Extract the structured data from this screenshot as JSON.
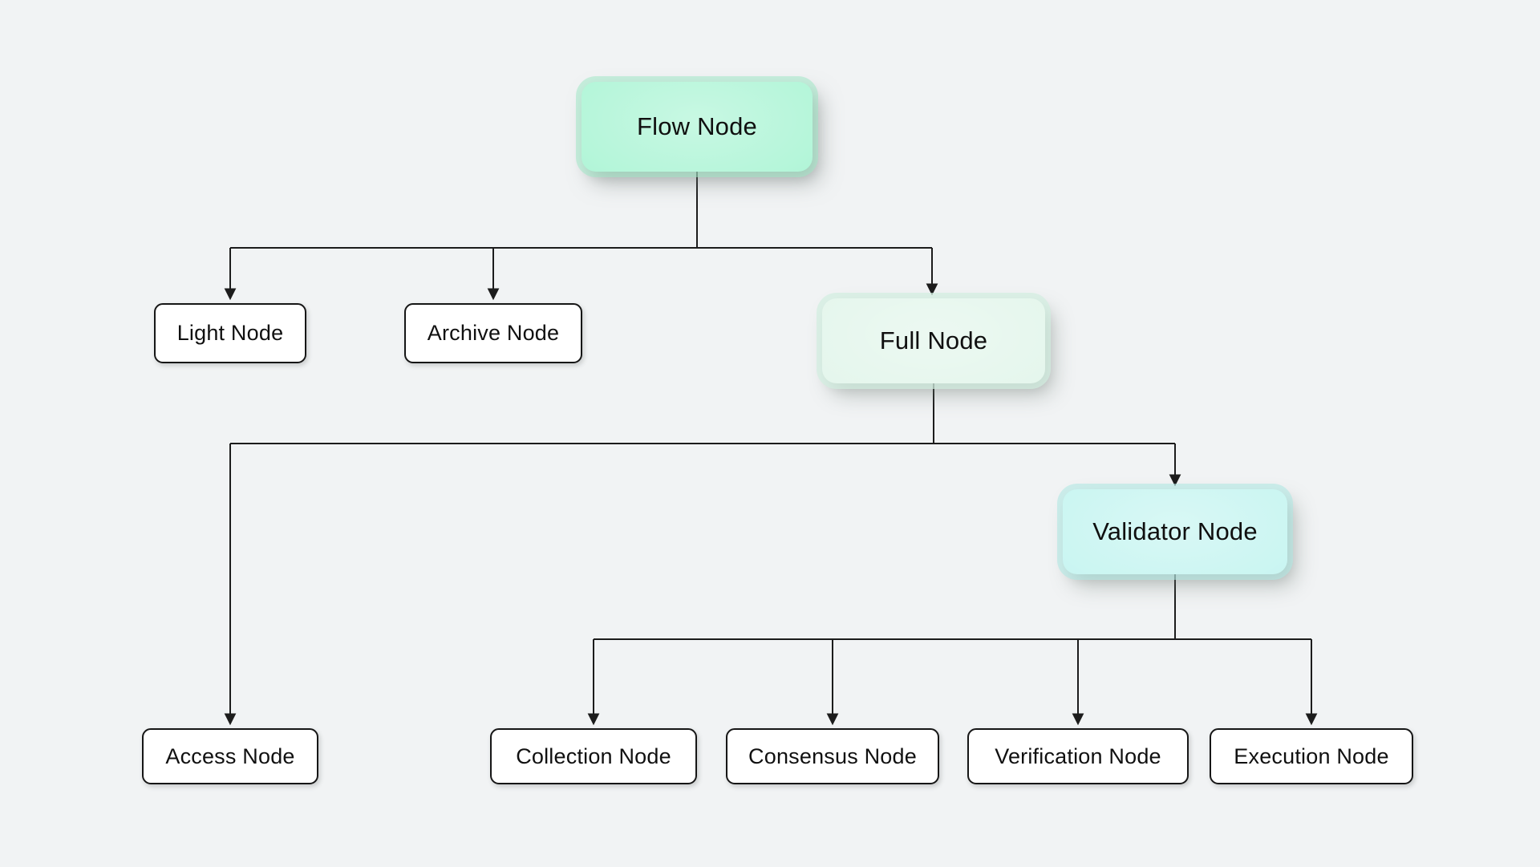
{
  "diagram": {
    "background": "#f1f3f4",
    "connector_color": "#1c1c1c",
    "nodes": {
      "flow": {
        "label": "Flow Node",
        "fill": "#b0f5d7"
      },
      "light": {
        "label": "Light Node",
        "fill": "#ffffff"
      },
      "archive": {
        "label": "Archive Node",
        "fill": "#ffffff"
      },
      "full": {
        "label": "Full Node",
        "fill": "#e4f6ec"
      },
      "access": {
        "label": "Access Node",
        "fill": "#ffffff"
      },
      "validator": {
        "label": "Validator Node",
        "fill": "#c8f5f1"
      },
      "collection": {
        "label": "Collection Node",
        "fill": "#ffffff"
      },
      "consensus": {
        "label": "Consensus Node",
        "fill": "#ffffff"
      },
      "verification": {
        "label": "Verification Node",
        "fill": "#ffffff"
      },
      "execution": {
        "label": "Execution Node",
        "fill": "#ffffff"
      }
    },
    "edges": [
      {
        "from": "Flow Node",
        "to": "Light Node"
      },
      {
        "from": "Flow Node",
        "to": "Archive Node"
      },
      {
        "from": "Flow Node",
        "to": "Full Node"
      },
      {
        "from": "Full Node",
        "to": "Access Node"
      },
      {
        "from": "Full Node",
        "to": "Validator Node"
      },
      {
        "from": "Validator Node",
        "to": "Collection Node"
      },
      {
        "from": "Validator Node",
        "to": "Consensus Node"
      },
      {
        "from": "Validator Node",
        "to": "Verification Node"
      },
      {
        "from": "Validator Node",
        "to": "Execution Node"
      }
    ]
  }
}
